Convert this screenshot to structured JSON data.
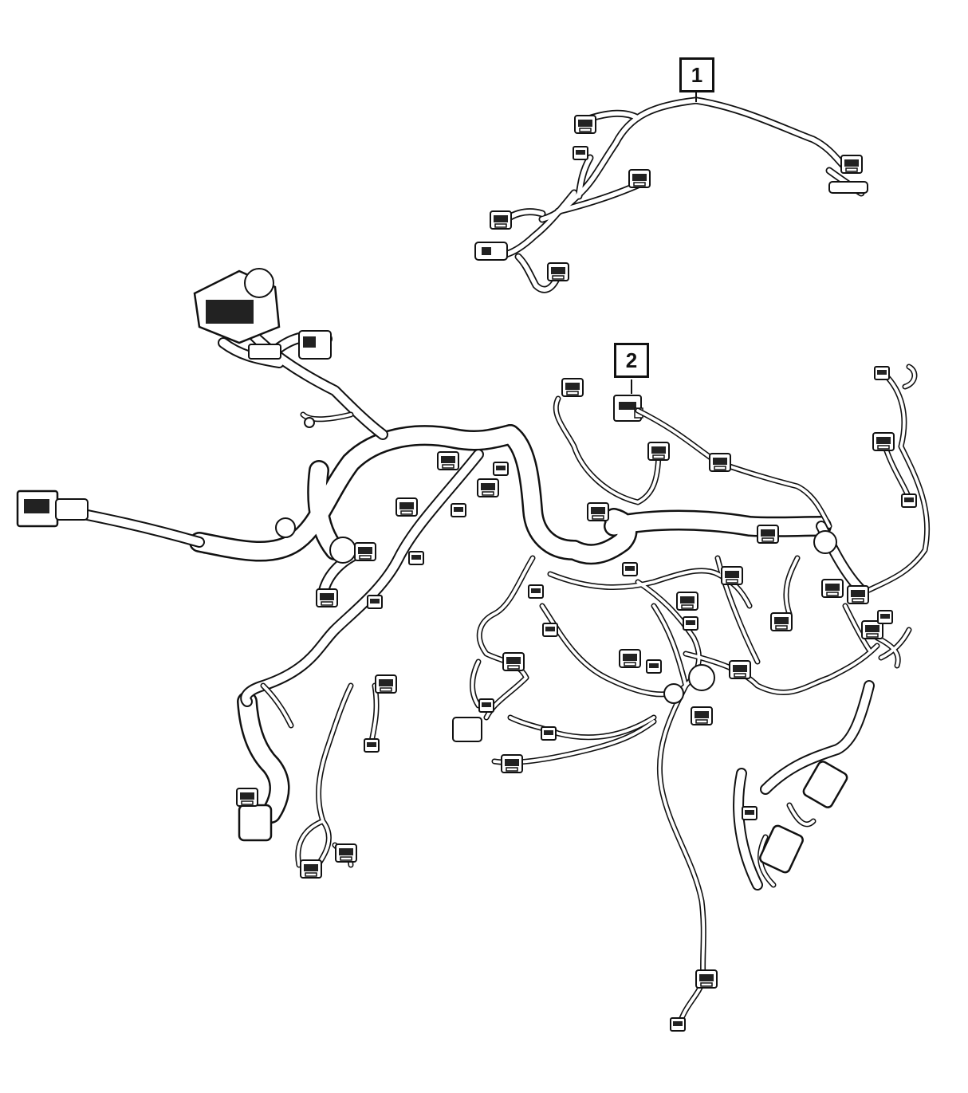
{
  "diagram": {
    "type": "parts-diagram",
    "subject": "wiring harness",
    "background_color": "#ffffff",
    "line_color": "#111111",
    "callouts": [
      {
        "label": "1"
      },
      {
        "label": "2"
      }
    ]
  }
}
